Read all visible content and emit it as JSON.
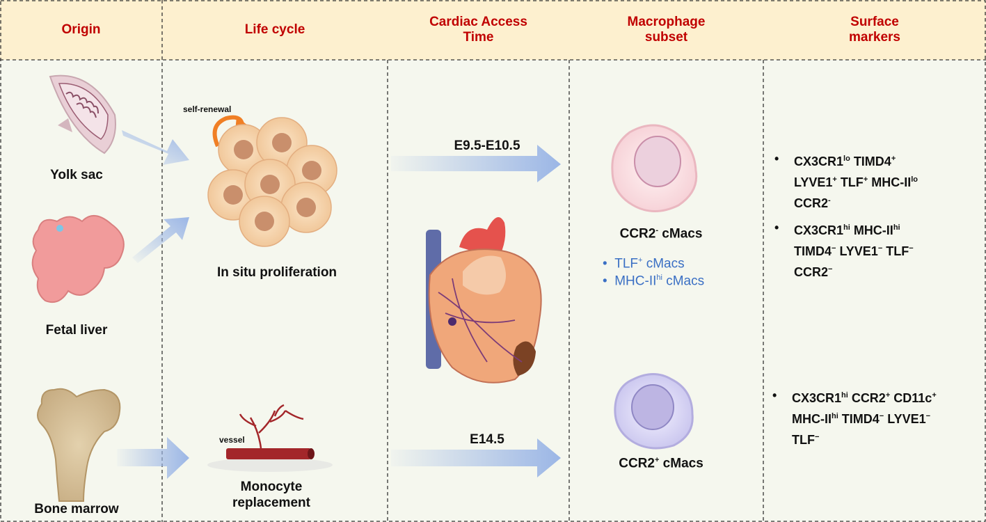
{
  "headers": {
    "origin": "Origin",
    "life_cycle": "Life cycle",
    "cardiac_access_time_1": "Cardiac Access",
    "cardiac_access_time_2": "Time",
    "macrophage_subset_1": "Macrophage",
    "macrophage_subset_2": "subset",
    "surface_markers_1": "Surface",
    "surface_markers_2": "markers"
  },
  "origin": {
    "yolk_sac": "Yolk sac",
    "fetal_liver": "Fetal liver",
    "bone_marrow": "Bone marrow"
  },
  "life_cycle": {
    "self_renewal": "self-renewal",
    "in_situ": "In situ proliferation",
    "vessel": "vessel",
    "monocyte_1": "Monocyte",
    "monocyte_2": "replacement"
  },
  "access_time": {
    "early": "E9.5-E10.5",
    "late": "E14.5"
  },
  "subsets": {
    "ccr2_neg": {
      "base": "CCR2",
      "sup": "-",
      "rest": " cMacs"
    },
    "tlf": {
      "base": "TLF",
      "sup": "+",
      "rest": " cMacs"
    },
    "mhc": {
      "base": "MHC-II",
      "sup": "hi",
      "rest": " cMacs"
    },
    "ccr2_pos": {
      "base": "CCR2",
      "sup": "+",
      "rest": " cMacs"
    }
  },
  "markers": {
    "m1a": "CX3CR1",
    "m1a_s": "lo",
    "m1b": " TIMD4",
    "m1b_s": "+",
    "m1c": "LYVE1",
    "m1c_s": "+",
    "m1d": " TLF",
    "m1d_s": "+",
    "m1e": " MHC-II",
    "m1e_s": "lo",
    "m1f": "CCR2",
    "m1f_s": "-",
    "m2a": "CX3CR1",
    "m2a_s": "hi",
    "m2b": " MHC-II",
    "m2b_s": "hi",
    "m2c": "TIMD4",
    "m2c_s": "−",
    "m2d": " LYVE1",
    "m2d_s": "−",
    "m2e": " TLF",
    "m2e_s": "−",
    "m2f": "CCR2",
    "m2f_s": "−",
    "m3a": "CX3CR1",
    "m3a_s": "hi",
    "m3b": " CCR2",
    "m3b_s": "+",
    "m3c": " CD11c",
    "m3c_s": "+",
    "m3d": "MHC-II",
    "m3d_s": "hi",
    "m3e": " TIMD4",
    "m3e_s": "−",
    "m3f": " LYVE1",
    "m3f_s": "−",
    "m3g": "TLF",
    "m3g_s": "−"
  },
  "colors": {
    "header_bg": "#fdf0cf",
    "body_bg": "#f5f7ee",
    "header_text": "#c00000",
    "subset_text": "#3a6fc4",
    "arrow": "#9bb6e6"
  }
}
